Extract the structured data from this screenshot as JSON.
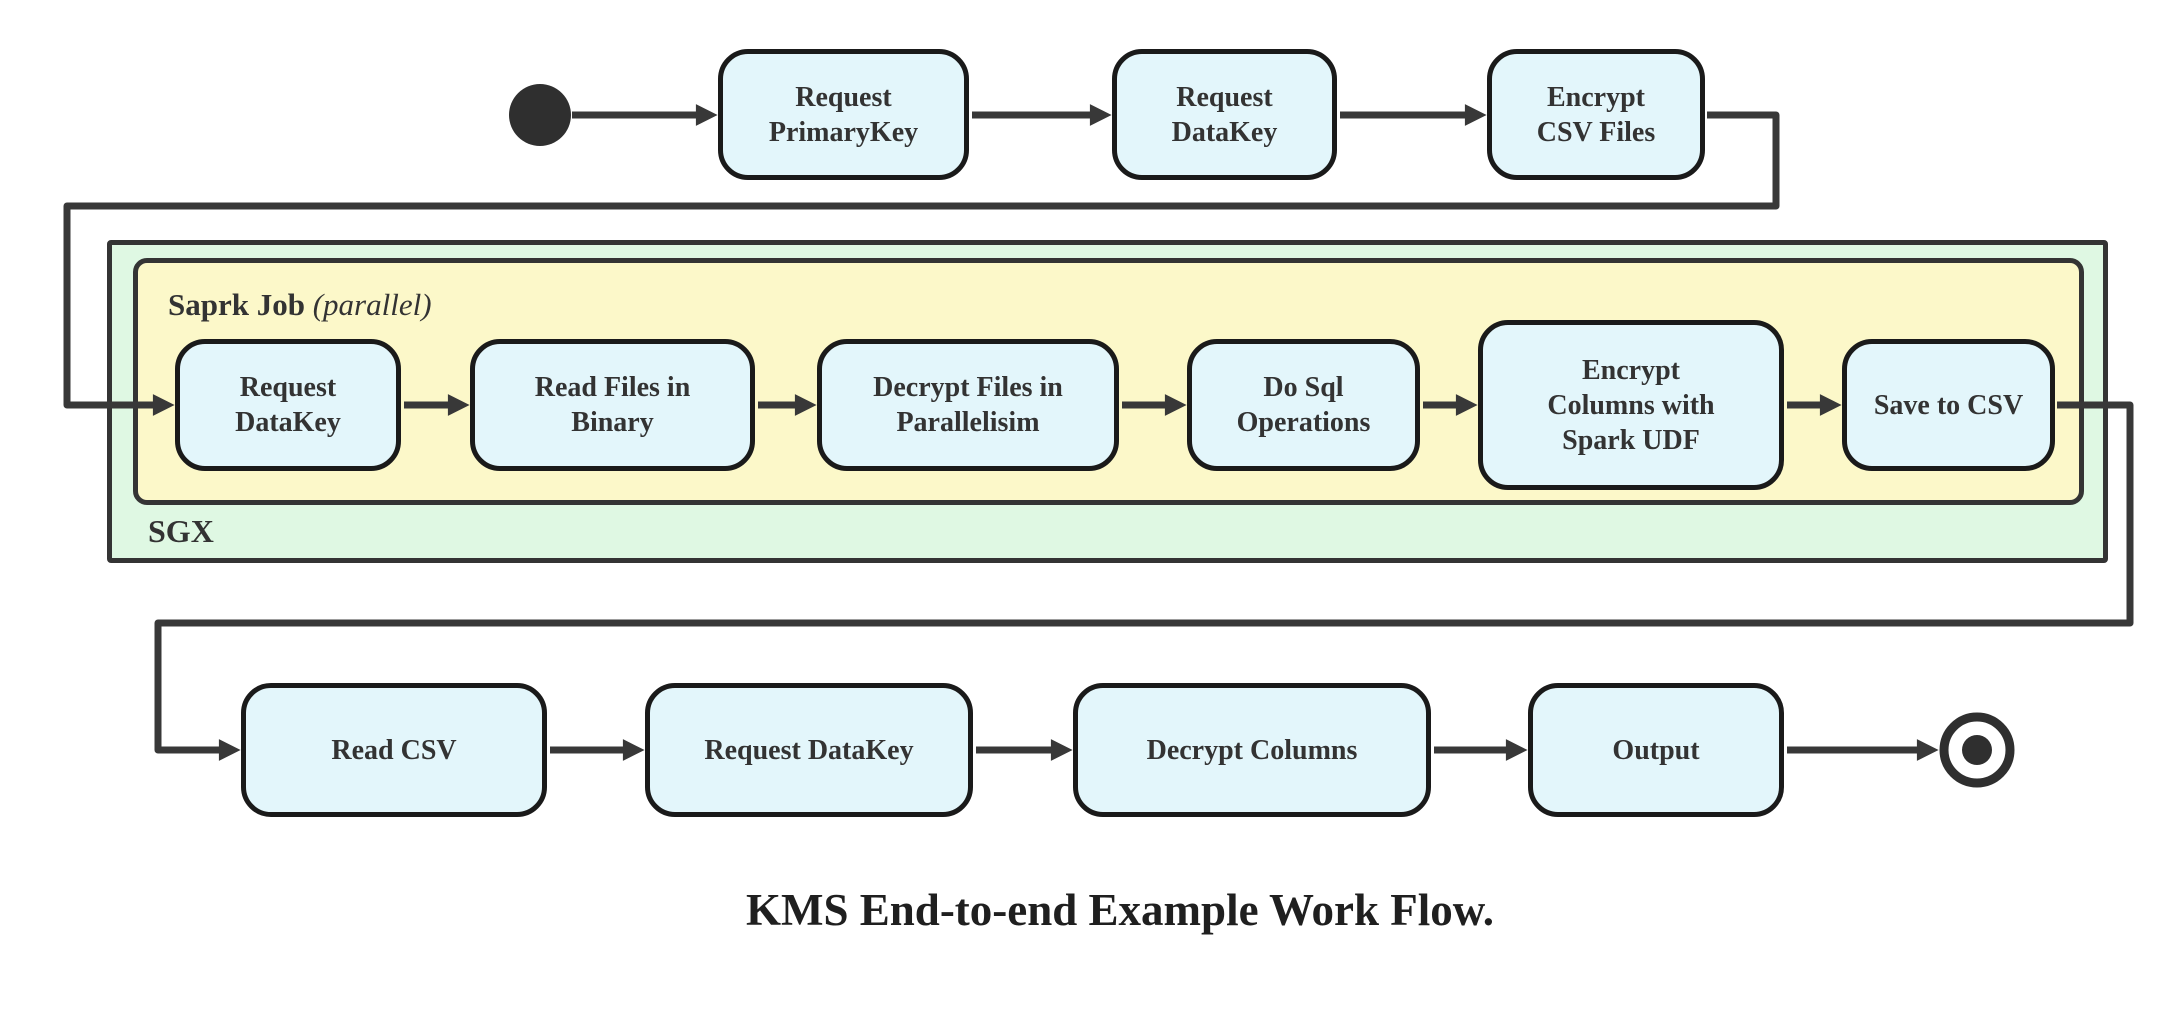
{
  "title": "KMS End-to-end Example Work Flow.",
  "colors": {
    "node_fill": "#e3f6fb",
    "node_border": "#1a1a1a",
    "sgx_fill": "#dff8e3",
    "spark_fill": "#fcf8c9",
    "container_border": "#343434",
    "edge": "#383838",
    "terminal": "#2f2f2f",
    "text": "#333333"
  },
  "containers": {
    "sgx": {
      "label": "SGX"
    },
    "spark_job": {
      "label": "Saprk Job",
      "qualifier": "(parallel)"
    }
  },
  "nodes": {
    "top": [
      {
        "label": "Request\nPrimaryKey"
      },
      {
        "label": "Request\nDataKey"
      },
      {
        "label": "Encrypt\nCSV Files"
      }
    ],
    "middle": [
      {
        "label": "Request\nDataKey"
      },
      {
        "label": "Read Files in\nBinary"
      },
      {
        "label": "Decrypt Files in\nParallelisim"
      },
      {
        "label": "Do Sql\nOperations"
      },
      {
        "label": "Encrypt\nColumns with\nSpark UDF"
      },
      {
        "label": "Save to CSV"
      }
    ],
    "bottom": [
      {
        "label": "Read CSV"
      },
      {
        "label": "Request DataKey"
      },
      {
        "label": "Decrypt Columns"
      },
      {
        "label": "Output"
      }
    ]
  },
  "terminals": {
    "start": "start",
    "end": "end"
  }
}
